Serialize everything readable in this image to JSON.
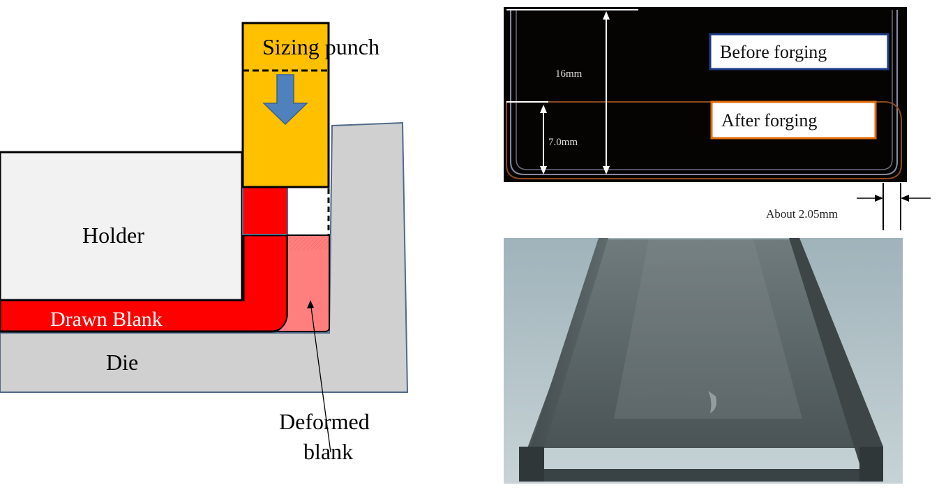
{
  "diagram": {
    "labels": {
      "sizing_punch": "Sizing punch",
      "holder": "Holder",
      "drawn_blank": "Drawn Blank",
      "die": "Die",
      "deformed_blank_line1": "Deformed",
      "deformed_blank_line2": "blank"
    },
    "colors": {
      "punch": "#FFC000",
      "holder": "#F2F2F2",
      "die": "#D0D0D0",
      "drawn_blank": "#FF0000",
      "deformed_blank": "#FF7F7F",
      "arrow": "#4F81BD",
      "outline": "#000000"
    }
  },
  "photo_top": {
    "dimension_16": "16mm",
    "dimension_7": "7.0mm",
    "before_label": "Before forging",
    "after_label": "After forging",
    "before_color": "#1F3C88",
    "after_color": "#E36C09",
    "clearance_label": "About 2.05mm"
  },
  "photo_bottom": {
    "description_icon": "channel-part-photo"
  }
}
